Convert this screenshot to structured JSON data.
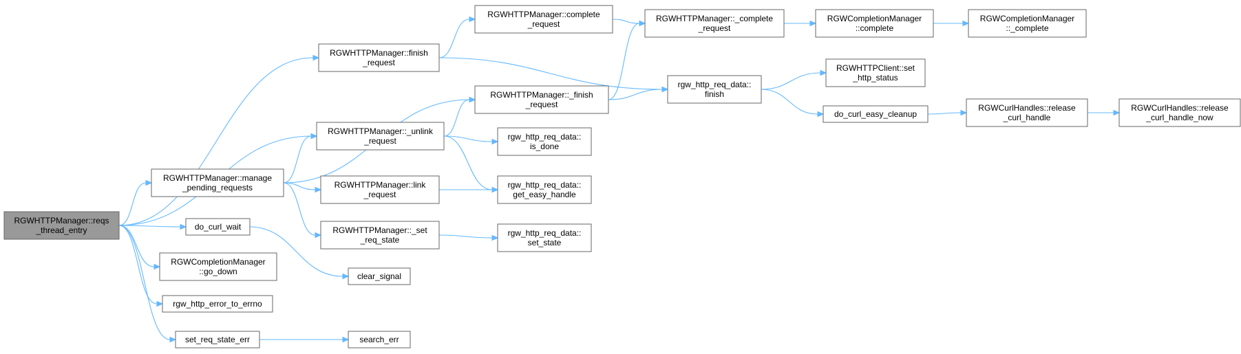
{
  "graph": {
    "nodes": [
      {
        "id": "reqs_thread_entry",
        "lines": [
          "RGWHTTPManager::reqs",
          "_thread_entry"
        ],
        "root": true
      },
      {
        "id": "finish_request",
        "lines": [
          "RGWHTTPManager::finish",
          "_request"
        ]
      },
      {
        "id": "manage_pending",
        "lines": [
          "RGWHTTPManager::manage",
          "_pending_requests"
        ]
      },
      {
        "id": "do_curl_wait",
        "lines": [
          "do_curl_wait"
        ]
      },
      {
        "id": "go_down",
        "lines": [
          "RGWCompletionManager",
          "::go_down"
        ]
      },
      {
        "id": "rgw_http_error_to_errno",
        "lines": [
          "rgw_http_error_to_errno"
        ]
      },
      {
        "id": "set_req_state_err",
        "lines": [
          "set_req_state_err"
        ]
      },
      {
        "id": "complete_request",
        "lines": [
          "RGWHTTPManager::complete",
          "_request"
        ]
      },
      {
        "id": "_finish_request",
        "lines": [
          "RGWHTTPManager::_finish",
          "_request"
        ]
      },
      {
        "id": "_unlink_request",
        "lines": [
          "RGWHTTPManager::_unlink",
          "_request"
        ]
      },
      {
        "id": "link_request",
        "lines": [
          "RGWHTTPManager::link",
          "_request"
        ]
      },
      {
        "id": "_set_req_state",
        "lines": [
          "RGWHTTPManager::_set",
          "_req_state"
        ]
      },
      {
        "id": "clear_signal",
        "lines": [
          "clear_signal"
        ]
      },
      {
        "id": "search_err",
        "lines": [
          "search_err"
        ]
      },
      {
        "id": "_complete_request",
        "lines": [
          "RGWHTTPManager::_complete",
          "_request"
        ]
      },
      {
        "id": "req_finish",
        "lines": [
          "rgw_http_req_data::",
          "finish"
        ]
      },
      {
        "id": "is_done",
        "lines": [
          "rgw_http_req_data::",
          "is_done"
        ]
      },
      {
        "id": "get_easy_handle",
        "lines": [
          "rgw_http_req_data::",
          "get_easy_handle"
        ]
      },
      {
        "id": "set_state",
        "lines": [
          "rgw_http_req_data::",
          "set_state"
        ]
      },
      {
        "id": "cm_complete",
        "lines": [
          "RGWCompletionManager",
          "::complete"
        ]
      },
      {
        "id": "set_http_status",
        "lines": [
          "RGWHTTPClient::set",
          "_http_status"
        ]
      },
      {
        "id": "do_curl_easy_cleanup",
        "lines": [
          "do_curl_easy_cleanup"
        ]
      },
      {
        "id": "cm__complete",
        "lines": [
          "RGWCompletionManager",
          "::_complete"
        ]
      },
      {
        "id": "release_curl_handle",
        "lines": [
          "RGWCurlHandles::release",
          "_curl_handle"
        ]
      },
      {
        "id": "release_curl_handle_now",
        "lines": [
          "RGWCurlHandles::release",
          "_curl_handle_now"
        ]
      }
    ],
    "edges": [
      [
        "reqs_thread_entry",
        "finish_request"
      ],
      [
        "reqs_thread_entry",
        "_unlink_request"
      ],
      [
        "reqs_thread_entry",
        "manage_pending"
      ],
      [
        "reqs_thread_entry",
        "do_curl_wait"
      ],
      [
        "reqs_thread_entry",
        "go_down"
      ],
      [
        "reqs_thread_entry",
        "rgw_http_error_to_errno"
      ],
      [
        "reqs_thread_entry",
        "set_req_state_err"
      ],
      [
        "finish_request",
        "complete_request"
      ],
      [
        "finish_request",
        "req_finish"
      ],
      [
        "manage_pending",
        "_finish_request"
      ],
      [
        "manage_pending",
        "_unlink_request"
      ],
      [
        "manage_pending",
        "link_request"
      ],
      [
        "manage_pending",
        "_set_req_state"
      ],
      [
        "do_curl_wait",
        "clear_signal"
      ],
      [
        "set_req_state_err",
        "search_err"
      ],
      [
        "complete_request",
        "_complete_request"
      ],
      [
        "_finish_request",
        "_complete_request"
      ],
      [
        "_finish_request",
        "req_finish"
      ],
      [
        "_unlink_request",
        "_finish_request"
      ],
      [
        "_unlink_request",
        "is_done"
      ],
      [
        "_unlink_request",
        "get_easy_handle"
      ],
      [
        "link_request",
        "get_easy_handle"
      ],
      [
        "_set_req_state",
        "set_state"
      ],
      [
        "_complete_request",
        "cm_complete"
      ],
      [
        "cm_complete",
        "cm__complete"
      ],
      [
        "req_finish",
        "set_http_status"
      ],
      [
        "req_finish",
        "do_curl_easy_cleanup"
      ],
      [
        "do_curl_easy_cleanup",
        "release_curl_handle"
      ],
      [
        "release_curl_handle",
        "release_curl_handle_now"
      ]
    ]
  }
}
